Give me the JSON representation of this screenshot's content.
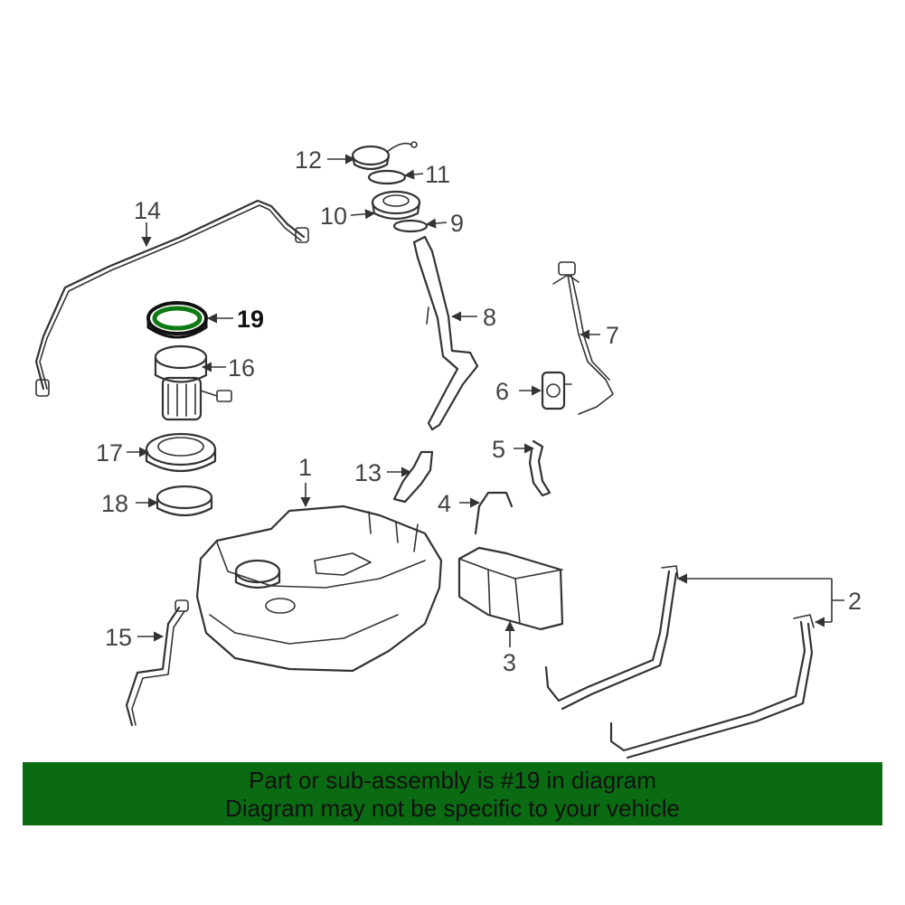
{
  "callouts": {
    "c1": "1",
    "c2": "2",
    "c3": "3",
    "c4": "4",
    "c5": "5",
    "c6": "6",
    "c7": "7",
    "c8": "8",
    "c9": "9",
    "c10": "10",
    "c11": "11",
    "c12": "12",
    "c13": "13",
    "c14": "14",
    "c15": "15",
    "c16": "16",
    "c17": "17",
    "c18": "18",
    "c19": "19"
  },
  "highlighted_part": "19",
  "banner": {
    "line1": "Part or sub-assembly is #19 in diagram",
    "line2": "Diagram may not be specific to your vehicle",
    "background": "#0b6b12"
  },
  "colors": {
    "linework": "#333333",
    "highlight_ring": "#0e7a14"
  }
}
